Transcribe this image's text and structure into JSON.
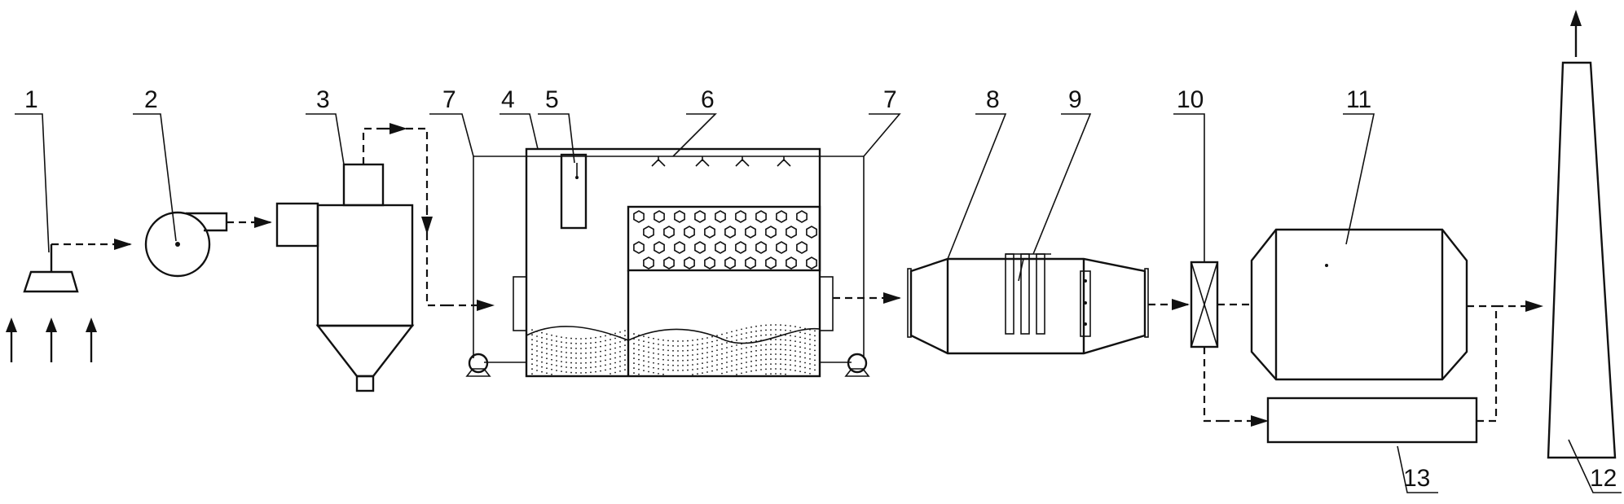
{
  "labels": {
    "l1": "1",
    "l2": "2",
    "l3": "3",
    "l4": "4",
    "l5": "5",
    "l6": "6",
    "l7a": "7",
    "l7b": "7",
    "l8": "8",
    "l9": "9",
    "l10": "10",
    "l11": "11",
    "l12": "12",
    "l13": "13"
  }
}
